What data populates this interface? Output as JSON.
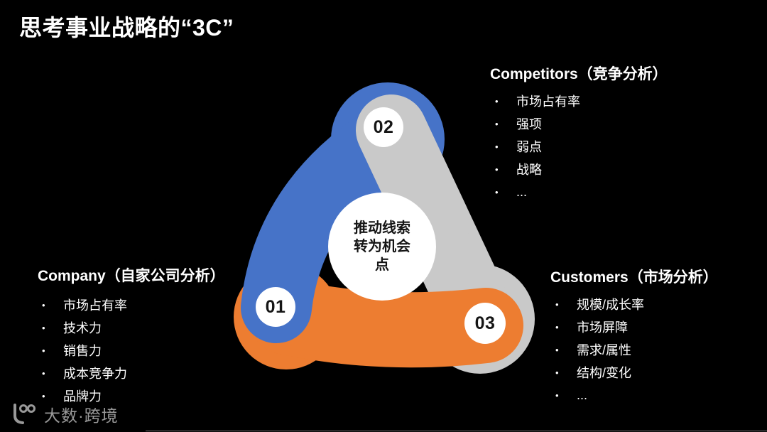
{
  "slide": {
    "title": "思考事业战略的“3C”"
  },
  "diagram": {
    "colors": {
      "blue": "#4673C8",
      "gray": "#C9C9C9",
      "orange": "#ED7D31"
    },
    "nodes": [
      {
        "number": "01"
      },
      {
        "number": "02"
      },
      {
        "number": "03"
      }
    ],
    "center_lines": [
      "推动线索",
      "转为机会",
      "点"
    ]
  },
  "lists": {
    "bullet": "•"
  },
  "sections": {
    "competitors": {
      "title": "Competitors（竞争分析）",
      "items": [
        "市场占有率",
        "强项",
        "弱点",
        "战略",
        "..."
      ]
    },
    "company": {
      "title": "Company（自家公司分析）",
      "items": [
        "市场占有率",
        "技术力",
        "销售力",
        "成本竞争力",
        "品牌力"
      ]
    },
    "customers": {
      "title": "Customers（市场分析）",
      "items": [
        "规模/成长率",
        "市场屏障",
        "需求/属性",
        "结构/变化",
        "..."
      ]
    }
  },
  "footer": {
    "brand": "大数·跨境",
    "logo_mark_icon": "googol-10-100-icon"
  }
}
